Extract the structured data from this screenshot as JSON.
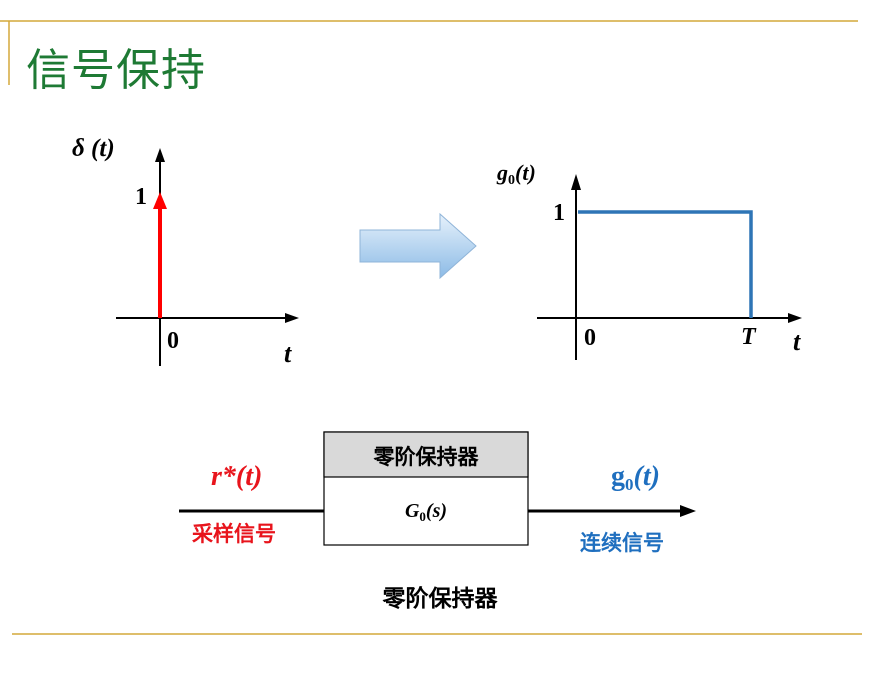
{
  "title": "信号保持",
  "colors": {
    "accent_line": "#d4a83a",
    "title": "#1e7a34",
    "impulse": "#ff0000",
    "pulse": "#2e75b6",
    "input_label": "#e8141c",
    "output_label": "#1f6fbf",
    "header_fill": "#d9d9d9"
  },
  "impulse_plot": {
    "ylabel": "δ (t)",
    "xlabel": "t",
    "origin_label": "0",
    "amplitude_label": "1"
  },
  "pulse_plot": {
    "ylabel_main": "g",
    "ylabel_sub": "0",
    "ylabel_arg": "(t)",
    "xlabel": "t",
    "origin_label": "0",
    "period_label": "T",
    "amplitude_label": "1"
  },
  "block": {
    "header": "零阶保持器",
    "transfer_main": "G",
    "transfer_sub": "0",
    "transfer_arg": "(s)",
    "input_signal_main": "r*",
    "input_signal_arg": "(t)",
    "input_caption": "采样信号",
    "output_signal_main": "g",
    "output_signal_sub": "0",
    "output_signal_arg": "(t)",
    "output_caption": "连续信号"
  },
  "caption": "零阶保持器"
}
